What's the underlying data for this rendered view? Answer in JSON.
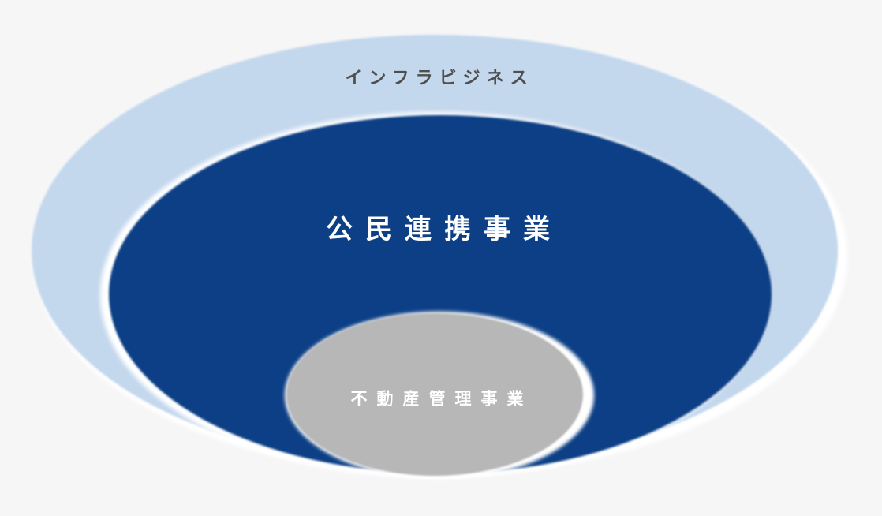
{
  "diagram": {
    "background_color": "#f6f6f7",
    "outline_color": "#ffffff",
    "layers": [
      {
        "name": "infrastructure-business",
        "label": "インフラビジネス",
        "fill_color": "#c3d7ed",
        "label_color": "#4f4f4f"
      },
      {
        "name": "public-private-partnership-business",
        "label": "公民連携事業",
        "fill_color": "#0c3f85",
        "label_color": "#ffffff"
      },
      {
        "name": "real-estate-management-business",
        "label": "不動産管理事業",
        "fill_color": "#b7b7b7",
        "label_color": "#ffffff"
      }
    ]
  }
}
